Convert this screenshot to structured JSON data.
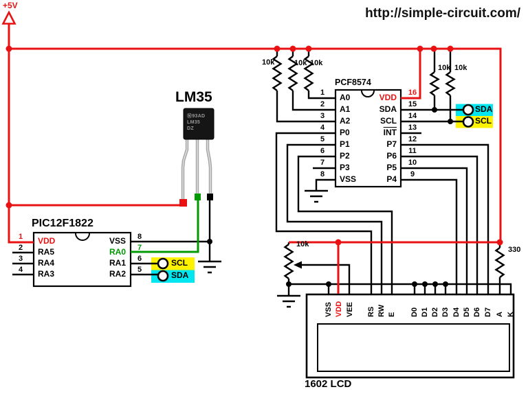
{
  "site": {
    "url": "http://simple-circuit.com/"
  },
  "power": {
    "label": "+5V"
  },
  "sensor": {
    "title": "LM35",
    "package_logo": "Ⓝ",
    "package_lines": [
      "93AD",
      "LM35",
      "DZ"
    ]
  },
  "pic": {
    "title": "PIC12F1822",
    "left_pins": [
      {
        "num": "1",
        "label": "VDD"
      },
      {
        "num": "2",
        "label": "RA5"
      },
      {
        "num": "3",
        "label": "RA4"
      },
      {
        "num": "4",
        "label": "RA3"
      }
    ],
    "right_pins": [
      {
        "num": "8",
        "label": "VSS"
      },
      {
        "num": "7",
        "label": "RA0"
      },
      {
        "num": "6",
        "label": "RA1"
      },
      {
        "num": "5",
        "label": "RA2"
      }
    ]
  },
  "pcf": {
    "title": "PCF8574",
    "left_pins": [
      {
        "num": "1",
        "label": "A0"
      },
      {
        "num": "2",
        "label": "A1"
      },
      {
        "num": "3",
        "label": "A2"
      },
      {
        "num": "4",
        "label": "P0"
      },
      {
        "num": "5",
        "label": "P1"
      },
      {
        "num": "6",
        "label": "P2"
      },
      {
        "num": "7",
        "label": "P3"
      },
      {
        "num": "8",
        "label": "VSS"
      }
    ],
    "right_pins": [
      {
        "num": "16",
        "label": "VDD"
      },
      {
        "num": "15",
        "label": "SDA"
      },
      {
        "num": "14",
        "label": "SCL"
      },
      {
        "num": "13",
        "label": "INT"
      },
      {
        "num": "12",
        "label": "P7"
      },
      {
        "num": "11",
        "label": "P6"
      },
      {
        "num": "10",
        "label": "P5"
      },
      {
        "num": "9",
        "label": "P4"
      }
    ]
  },
  "connectors": {
    "pic_scl": "SCL",
    "pic_sda": "SDA",
    "pcf_sda": "SDA",
    "pcf_scl": "SCL"
  },
  "resistors": {
    "pullup_a2": "10k",
    "pullup_a1": "10k",
    "pullup_a0": "10k",
    "pullup_sda": "10k",
    "pullup_scl": "10k",
    "contrast_pot": "10k",
    "backlight": "330"
  },
  "lcd": {
    "title": "1602 LCD",
    "pins": [
      "VSS",
      "VDD",
      "VEE",
      "RS",
      "RW",
      "E",
      "D0",
      "D1",
      "D2",
      "D3",
      "D4",
      "D5",
      "D6",
      "D7",
      "A",
      "K"
    ]
  },
  "colors": {
    "wire_red": "#e81212",
    "wire_green": "#009a00",
    "wire_black": "#000000",
    "scl_yellow": "#fff200",
    "sda_cyan": "#00e6f0",
    "vdd_text": "#e81212",
    "ra0_text": "#009a00"
  }
}
